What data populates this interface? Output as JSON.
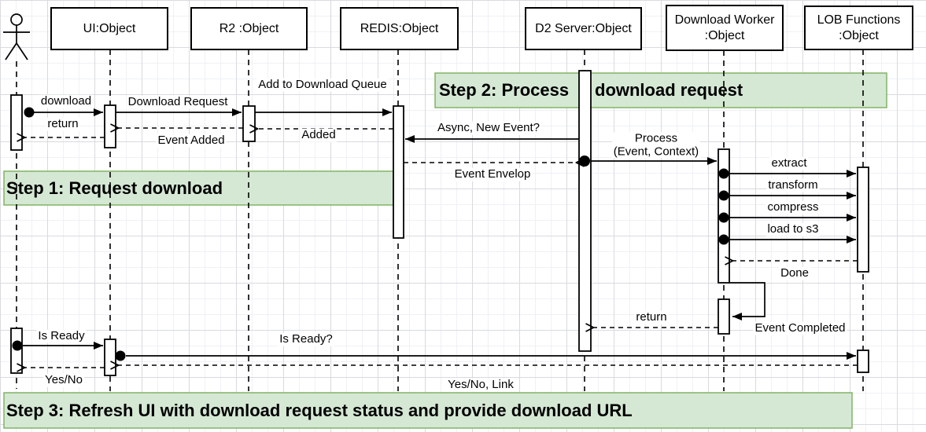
{
  "objects": [
    "UI:Object",
    "R2 :Object",
    "REDIS:Object",
    "D2 Server:Object",
    "Download Worker\n:Object",
    "LOB Functions\n:Object"
  ],
  "actor_icon": "stick-figure-actor-icon",
  "steps": {
    "step1": "Step 1: Request download",
    "step2_prefix": "Step 2: Process",
    "step2_suffix": "download request",
    "step3": "Step 3: Refresh UI with download request status and provide download URL"
  },
  "messages": {
    "download": "download",
    "download_request": "Download Request",
    "add_to_download_queue": "Add to Download Queue",
    "return1": "return",
    "event_added": "Event Added",
    "added": "Added",
    "async_new_event": "Async, New Event?",
    "event_envelop": "Event Envelop",
    "process": "Process\n(Event, Context)",
    "extract": "extract",
    "transform": "transform",
    "compress": "compress",
    "load_to_s3": "load to s3",
    "done": "Done",
    "event_completed": "Event Completed",
    "return2": "return",
    "is_ready": "Is Ready",
    "is_ready_q": "Is Ready?",
    "yes_no": "Yes/No",
    "yes_no_link": "Yes/No, Link"
  },
  "colors": {
    "step_fill": "#d5e8d4",
    "step_border": "#82b366",
    "line": "#000000",
    "activation_fill": "#ffffff",
    "grid_minor": "#f0f1f5",
    "grid_major": "#d9dade"
  }
}
